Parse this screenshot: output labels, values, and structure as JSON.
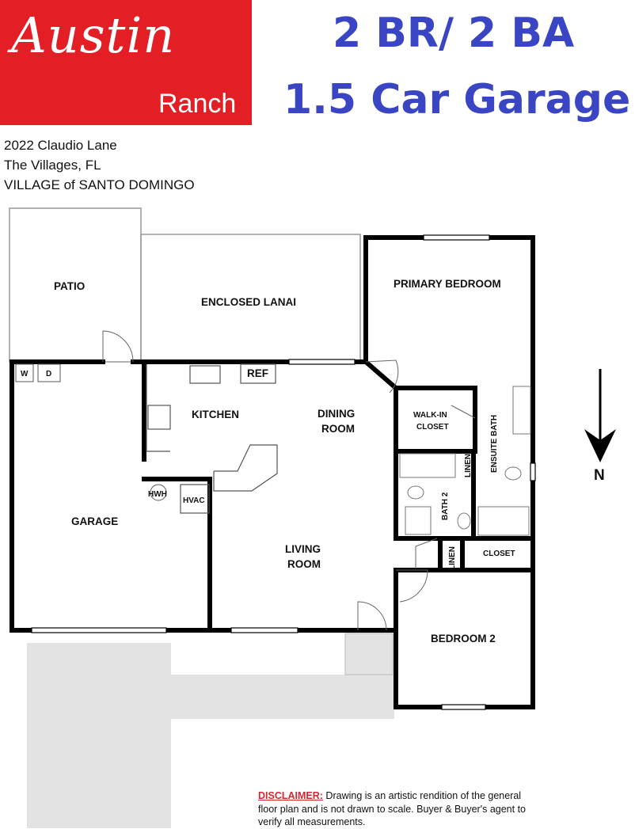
{
  "logo": {
    "title": "Austin",
    "subtitle": "Ranch",
    "color": "#e31e24"
  },
  "headline": {
    "line1": "2 BR/ 2 BA",
    "line2": "1.5 Car Garage",
    "color": "#3a45c4"
  },
  "address": {
    "line1": "2022 Claudio Lane",
    "line2": "The Villages, FL",
    "line3": "VILLAGE of SANTO DOMINGO"
  },
  "rooms": {
    "patio": "PATIO",
    "lanai": "ENCLOSED LANAI",
    "primary_bedroom": "PRIMARY BEDROOM",
    "kitchen": "KITCHEN",
    "dining_1": "DINING",
    "dining_2": "ROOM",
    "garage": "GARAGE",
    "living_1": "LIVING",
    "living_2": "ROOM",
    "bedroom2": "BEDROOM 2",
    "walkin_1": "WALK-IN",
    "walkin_2": "CLOSET",
    "ensuite": "ENSUITE BATH",
    "bath2": "BATH 2",
    "linen_a": "LINEN",
    "linen_b": "LINEN",
    "closet": "CLOSET"
  },
  "fixtures": {
    "washer": "W",
    "dryer": "D",
    "ref": "REF",
    "hwh": "HWH",
    "hvac": "HVAC"
  },
  "compass": "N",
  "disclaimer": {
    "title": "DISCLAIMER:",
    "text": " Drawing is an artistic rendition of the general floor plan and is not drawn to scale. Buyer & Buyer's agent to verify all measurements."
  }
}
